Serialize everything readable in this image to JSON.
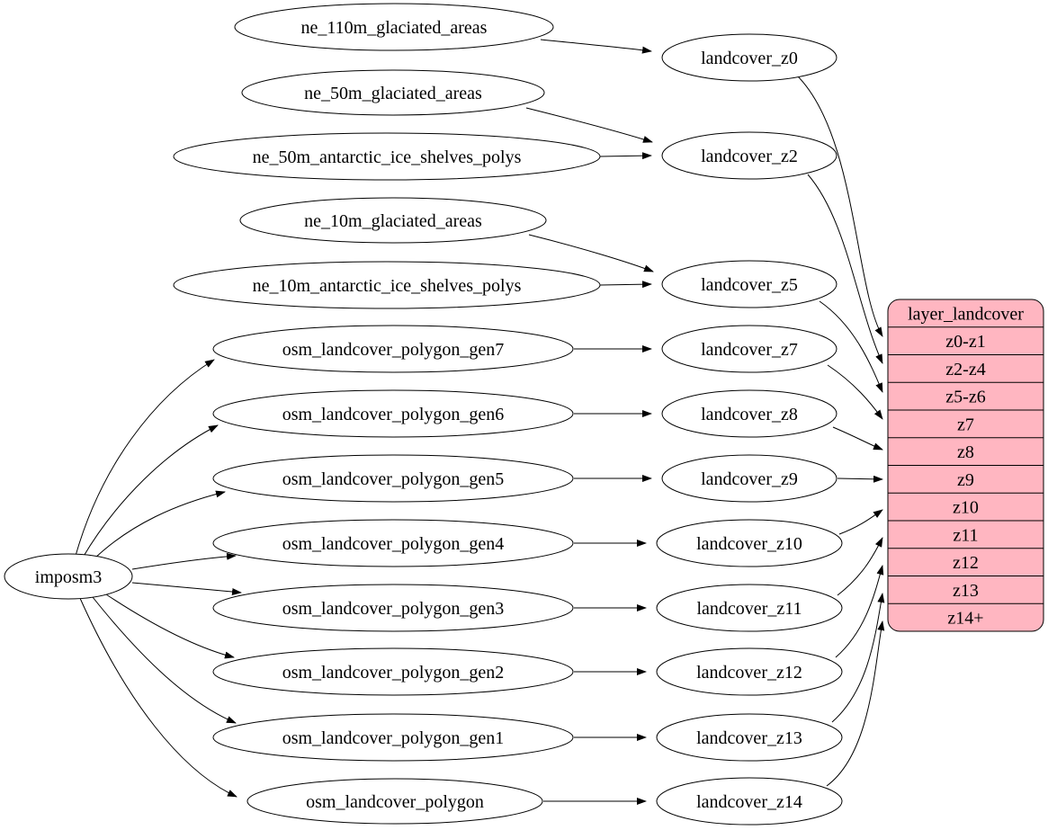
{
  "diagram": {
    "background": "#ffffff",
    "node_fill": "#ffffff",
    "edge_color": "#000000",
    "nodes": {
      "imposm3": "imposm3",
      "ne_110m_glaciated_areas": "ne_110m_glaciated_areas",
      "ne_50m_glaciated_areas": "ne_50m_glaciated_areas",
      "ne_50m_antarctic_ice_shelves_polys": "ne_50m_antarctic_ice_shelves_polys",
      "ne_10m_glaciated_areas": "ne_10m_glaciated_areas",
      "ne_10m_antarctic_ice_shelves_polys": "ne_10m_antarctic_ice_shelves_polys",
      "osm_landcover_polygon_gen7": "osm_landcover_polygon_gen7",
      "osm_landcover_polygon_gen6": "osm_landcover_polygon_gen6",
      "osm_landcover_polygon_gen5": "osm_landcover_polygon_gen5",
      "osm_landcover_polygon_gen4": "osm_landcover_polygon_gen4",
      "osm_landcover_polygon_gen3": "osm_landcover_polygon_gen3",
      "osm_landcover_polygon_gen2": "osm_landcover_polygon_gen2",
      "osm_landcover_polygon_gen1": "osm_landcover_polygon_gen1",
      "osm_landcover_polygon": "osm_landcover_polygon",
      "landcover_z0": "landcover_z0",
      "landcover_z2": "landcover_z2",
      "landcover_z5": "landcover_z5",
      "landcover_z7": "landcover_z7",
      "landcover_z8": "landcover_z8",
      "landcover_z9": "landcover_z9",
      "landcover_z10": "landcover_z10",
      "landcover_z11": "landcover_z11",
      "landcover_z12": "landcover_z12",
      "landcover_z13": "landcover_z13",
      "landcover_z14": "landcover_z14"
    },
    "table": {
      "title": "layer_landcover",
      "fill": "#FFB6C1",
      "rows": [
        "z0-z1",
        "z2-z4",
        "z5-z6",
        "z7",
        "z8",
        "z9",
        "z10",
        "z11",
        "z12",
        "z13",
        "z14+"
      ]
    },
    "edges": [
      {
        "from": "ne_110m_glaciated_areas",
        "to": "landcover_z0"
      },
      {
        "from": "ne_50m_glaciated_areas",
        "to": "landcover_z2"
      },
      {
        "from": "ne_50m_antarctic_ice_shelves_polys",
        "to": "landcover_z2"
      },
      {
        "from": "ne_10m_glaciated_areas",
        "to": "landcover_z5"
      },
      {
        "from": "ne_10m_antarctic_ice_shelves_polys",
        "to": "landcover_z5"
      },
      {
        "from": "imposm3",
        "to": "osm_landcover_polygon_gen7"
      },
      {
        "from": "imposm3",
        "to": "osm_landcover_polygon_gen6"
      },
      {
        "from": "imposm3",
        "to": "osm_landcover_polygon_gen5"
      },
      {
        "from": "imposm3",
        "to": "osm_landcover_polygon_gen4"
      },
      {
        "from": "imposm3",
        "to": "osm_landcover_polygon_gen3"
      },
      {
        "from": "imposm3",
        "to": "osm_landcover_polygon_gen2"
      },
      {
        "from": "imposm3",
        "to": "osm_landcover_polygon_gen1"
      },
      {
        "from": "imposm3",
        "to": "osm_landcover_polygon"
      },
      {
        "from": "osm_landcover_polygon_gen7",
        "to": "landcover_z7"
      },
      {
        "from": "osm_landcover_polygon_gen6",
        "to": "landcover_z8"
      },
      {
        "from": "osm_landcover_polygon_gen5",
        "to": "landcover_z9"
      },
      {
        "from": "osm_landcover_polygon_gen4",
        "to": "landcover_z10"
      },
      {
        "from": "osm_landcover_polygon_gen3",
        "to": "landcover_z11"
      },
      {
        "from": "osm_landcover_polygon_gen2",
        "to": "landcover_z12"
      },
      {
        "from": "osm_landcover_polygon_gen1",
        "to": "landcover_z13"
      },
      {
        "from": "osm_landcover_polygon",
        "to": "landcover_z14"
      },
      {
        "from": "landcover_z0",
        "to": "layer_landcover:z0-z1"
      },
      {
        "from": "landcover_z2",
        "to": "layer_landcover:z2-z4"
      },
      {
        "from": "landcover_z5",
        "to": "layer_landcover:z5-z6"
      },
      {
        "from": "landcover_z7",
        "to": "layer_landcover:z7"
      },
      {
        "from": "landcover_z8",
        "to": "layer_landcover:z8"
      },
      {
        "from": "landcover_z9",
        "to": "layer_landcover:z9"
      },
      {
        "from": "landcover_z10",
        "to": "layer_landcover:z10"
      },
      {
        "from": "landcover_z11",
        "to": "layer_landcover:z11"
      },
      {
        "from": "landcover_z12",
        "to": "layer_landcover:z12"
      },
      {
        "from": "landcover_z13",
        "to": "layer_landcover:z13"
      },
      {
        "from": "landcover_z14",
        "to": "layer_landcover:z14+"
      }
    ]
  }
}
